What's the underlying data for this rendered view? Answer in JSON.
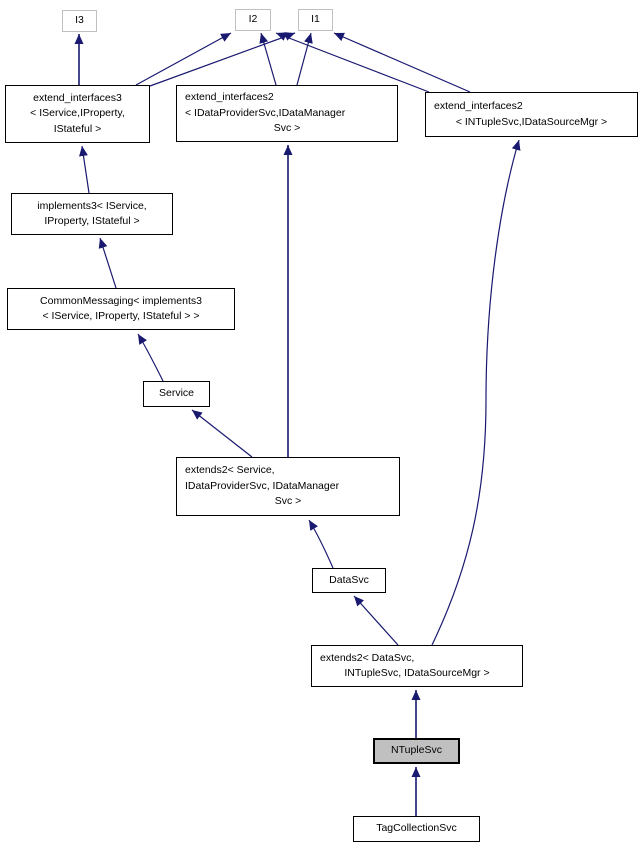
{
  "colors": {
    "background": "#ffffff",
    "edge": "#191970",
    "node_border": "#000000",
    "interface_node_border": "#c0c0c0",
    "highlight_node_fill": "#c0c0c0",
    "text": "#000000"
  },
  "nodes": {
    "i3": {
      "label": "I3"
    },
    "i2": {
      "label": "I2"
    },
    "i1": {
      "label": "I1"
    },
    "extend_interfaces3": {
      "lines": [
        "extend_interfaces3",
        "< IService,IProperty,",
        "IStateful >"
      ]
    },
    "extend_interfaces2_data": {
      "lines": [
        "extend_interfaces2",
        "< IDataProviderSvc,IDataManager",
        "Svc >"
      ]
    },
    "extend_interfaces2_ntuple": {
      "lines": [
        "extend_interfaces2",
        "< INTupleSvc,IDataSourceMgr >"
      ]
    },
    "implements3": {
      "lines": [
        "implements3< IService,",
        "IProperty, IStateful >"
      ]
    },
    "common_messaging": {
      "lines": [
        "CommonMessaging< implements3",
        "< IService, IProperty, IStateful > >"
      ]
    },
    "service": {
      "label": "Service"
    },
    "extends2_service": {
      "lines": [
        "extends2< Service,",
        "IDataProviderSvc, IDataManager",
        "Svc >"
      ]
    },
    "datasvc": {
      "label": "DataSvc"
    },
    "extends2_datasvc": {
      "lines": [
        "extends2< DataSvc,",
        "INTupleSvc, IDataSourceMgr >"
      ]
    },
    "ntuplesvc": {
      "label": "NTupleSvc"
    },
    "tagcollectionsvc": {
      "label": "TagCollectionSvc"
    }
  },
  "edges": [
    {
      "from": "extend_interfaces3< IService,IProperty,IStateful >",
      "to": "I3"
    },
    {
      "from": "extend_interfaces3< IService,IProperty,IStateful >",
      "to": "I2"
    },
    {
      "from": "extend_interfaces3< IService,IProperty,IStateful >",
      "to": "I1"
    },
    {
      "from": "extend_interfaces2< IDataProviderSvc,IDataManagerSvc >",
      "to": "I2"
    },
    {
      "from": "extend_interfaces2< IDataProviderSvc,IDataManagerSvc >",
      "to": "I1"
    },
    {
      "from": "extend_interfaces2< INTupleSvc,IDataSourceMgr >",
      "to": "I2"
    },
    {
      "from": "extend_interfaces2< INTupleSvc,IDataSourceMgr >",
      "to": "I1"
    },
    {
      "from": "implements3< IService, IProperty, IStateful >",
      "to": "extend_interfaces3< IService,IProperty,IStateful >"
    },
    {
      "from": "CommonMessaging< implements3< IService, IProperty, IStateful > >",
      "to": "implements3< IService, IProperty, IStateful >"
    },
    {
      "from": "Service",
      "to": "CommonMessaging< implements3< IService, IProperty, IStateful > >"
    },
    {
      "from": "extends2< Service, IDataProviderSvc, IDataManagerSvc >",
      "to": "Service"
    },
    {
      "from": "extends2< Service, IDataProviderSvc, IDataManagerSvc >",
      "to": "extend_interfaces2< IDataProviderSvc,IDataManagerSvc >"
    },
    {
      "from": "DataSvc",
      "to": "extends2< Service, IDataProviderSvc, IDataManagerSvc >"
    },
    {
      "from": "extends2< DataSvc, INTupleSvc, IDataSourceMgr >",
      "to": "DataSvc"
    },
    {
      "from": "extends2< DataSvc, INTupleSvc, IDataSourceMgr >",
      "to": "extend_interfaces2< INTupleSvc,IDataSourceMgr >"
    },
    {
      "from": "NTupleSvc",
      "to": "extends2< DataSvc, INTupleSvc, IDataSourceMgr >"
    },
    {
      "from": "TagCollectionSvc",
      "to": "NTupleSvc"
    }
  ]
}
